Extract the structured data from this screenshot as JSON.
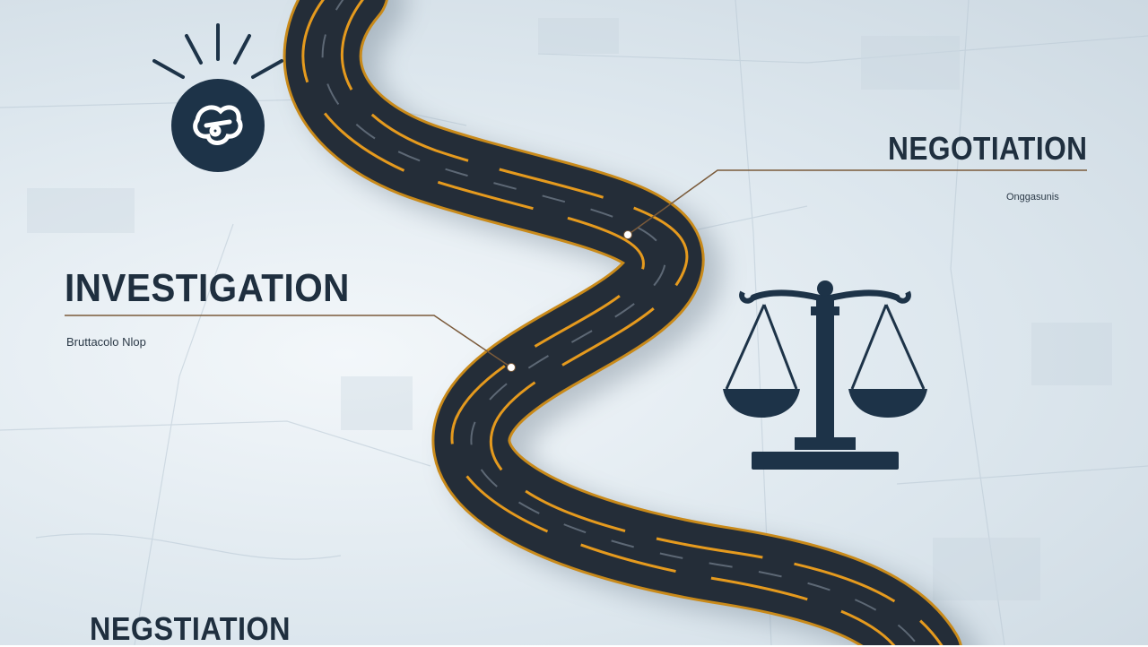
{
  "milestones": {
    "investigation": {
      "title": "INVESTIGATION",
      "subtitle": "Bruttacolo Nlop"
    },
    "negotiation": {
      "title": "NEGOTIATION",
      "subtitle": "Onggasunis"
    },
    "bottom": {
      "title": "NEGSTIATION"
    }
  },
  "colors": {
    "road": "#242d38",
    "road_edge": "#c98a1a",
    "lane_marking": "#e59a1e",
    "connector_line": "#7a5a3a",
    "icon_dark": "#1d3348",
    "text_dark": "#1f2f3f"
  },
  "icons": {
    "top_left": "lightbulb-idea-icon",
    "right": "scales-of-justice-icon"
  }
}
